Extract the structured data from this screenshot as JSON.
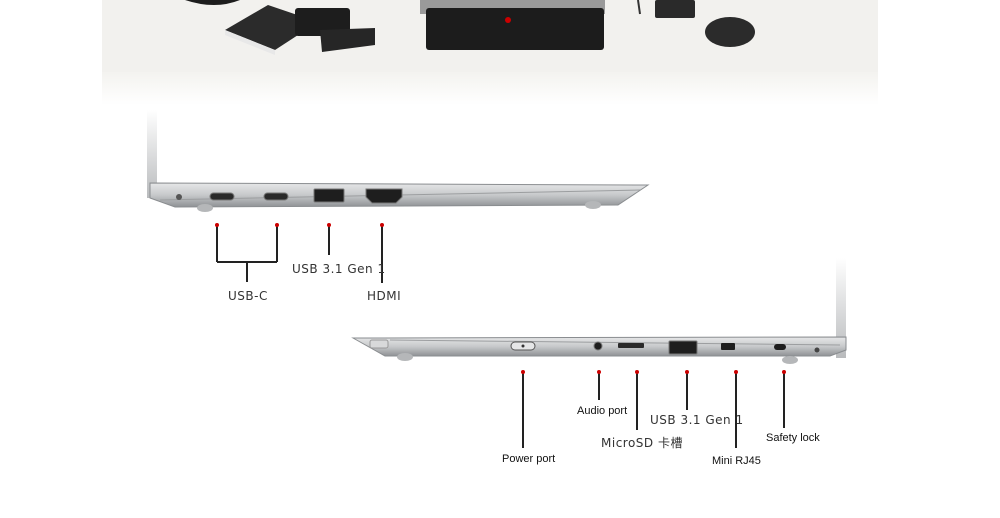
{
  "top_view": {
    "labels": {
      "usb_c": "USB-C",
      "usb_31": "USB 3.1 Gen 1",
      "hdmi": "HDMI"
    }
  },
  "bottom_view": {
    "labels": {
      "power": "Power port",
      "audio": "Audio port",
      "microsd": "MicroSD 卡槽",
      "usb_31": "USB 3.1 Gen 1",
      "rj45": "Mini RJ45",
      "safety": "Safety lock"
    }
  },
  "colors": {
    "marker": "#cc0000",
    "leader": "#222222",
    "laptop_silver": "#c9ccce",
    "desk": "#f3f2ef"
  }
}
